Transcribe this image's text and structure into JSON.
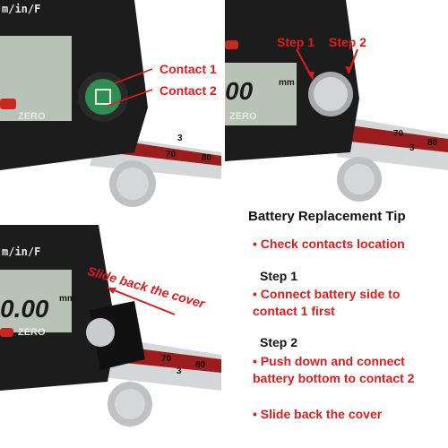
{
  "panel1": {
    "unit_readout": "m/in/F",
    "zero_label": "ZERO",
    "contact1_label": "Contact 1",
    "contact2_label": "Contact 2",
    "scale_labels": [
      "3",
      "70",
      "80"
    ]
  },
  "panel2": {
    "step1_label": "Step 1",
    "step2_label": "Step 2",
    "digits": "00",
    "mm_label": "mm",
    "zero_label": "ZERO",
    "scale_labels": [
      "70",
      "3",
      "80"
    ]
  },
  "panel3": {
    "unit_readout": "m/in/F",
    "slide_label": "Slide back the cover",
    "digits": "0.00",
    "mm_label": "mm",
    "zero_label": "ZERO",
    "scale_labels": [
      "70",
      "3",
      "80"
    ]
  },
  "tips": {
    "title": "Battery Replacement Tip",
    "check": "• Check contacts location",
    "step1_heading": "Step 1",
    "step1_text": "• Connect battery side to contact 1 first",
    "step2_heading": "Step 2",
    "step2_text": "• Push down and connect battery bottom to contact 2",
    "final": "• Slide back the cover"
  },
  "colors": {
    "accent_red": "#e01b1b",
    "caliper_black": "#1c1c1c",
    "lcd": "#b9c2b6",
    "steel": "#c9ccce"
  }
}
